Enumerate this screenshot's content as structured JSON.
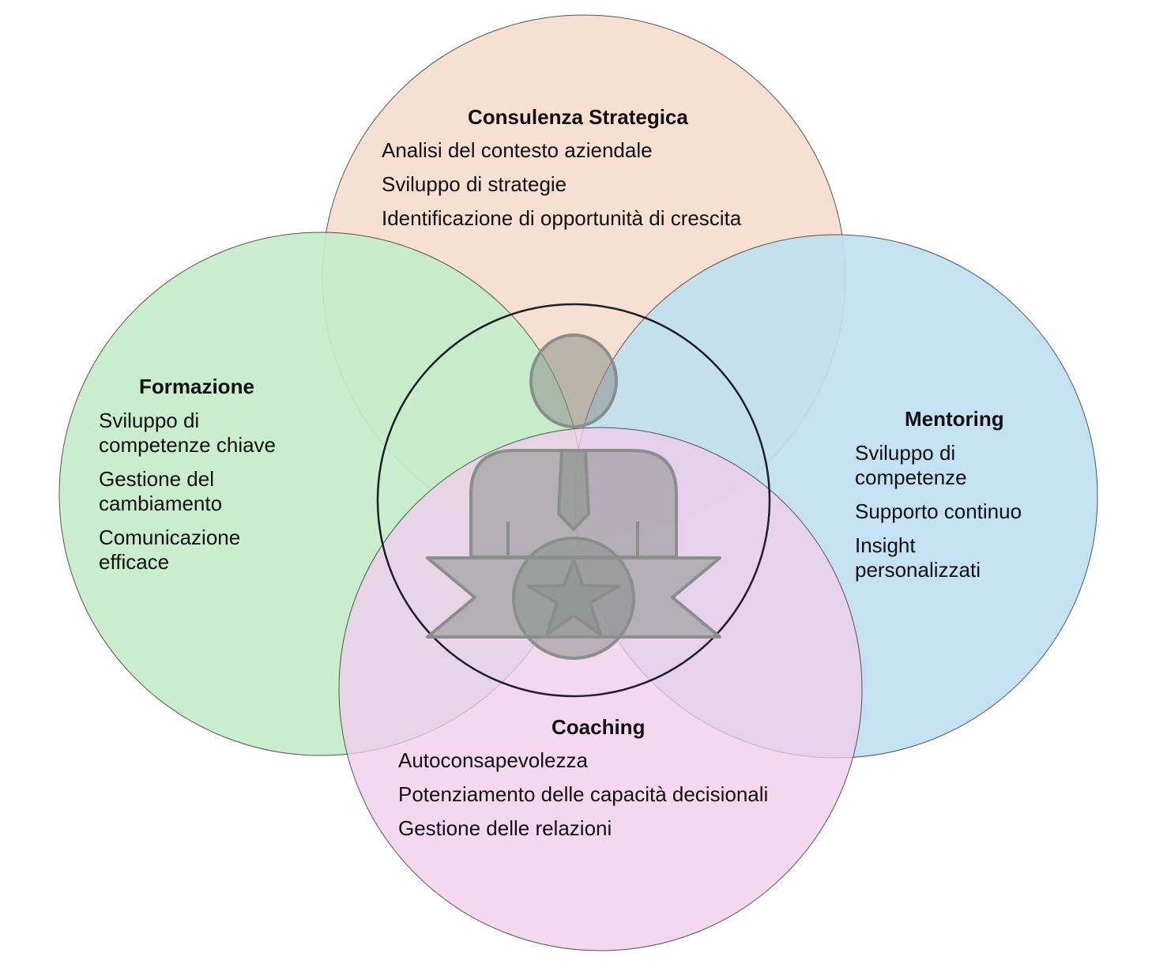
{
  "colors": {
    "consulenza": "#f7dfd1",
    "formazione": "#c5ecc9",
    "mentoring": "#bfe0f1",
    "coaching": "#f0cdeb",
    "icon": "#8a8f8c",
    "stroke": "#555555",
    "center_ring": "#1b2030"
  },
  "icon_semantic": "person-with-award-ribbon-icon",
  "circles": {
    "consulenza": {
      "title": "Consulenza Strategica",
      "items": [
        "Analisi del contesto aziendale",
        "Sviluppo di strategie",
        "Identificazione di opportunità di crescita"
      ]
    },
    "formazione": {
      "title": "Formazione",
      "items": [
        "Sviluppo di competenze chiave",
        "Gestione del cambiamento",
        "Comunicazione efficace"
      ]
    },
    "mentoring": {
      "title": "Mentoring",
      "items": [
        "Sviluppo di competenze",
        "Supporto continuo",
        "Insight personalizzati"
      ]
    },
    "coaching": {
      "title": "Coaching",
      "items": [
        "Autoconsapevolezza",
        "Potenziamento delle capacità decisionali",
        "Gestione delle relazioni"
      ]
    }
  }
}
